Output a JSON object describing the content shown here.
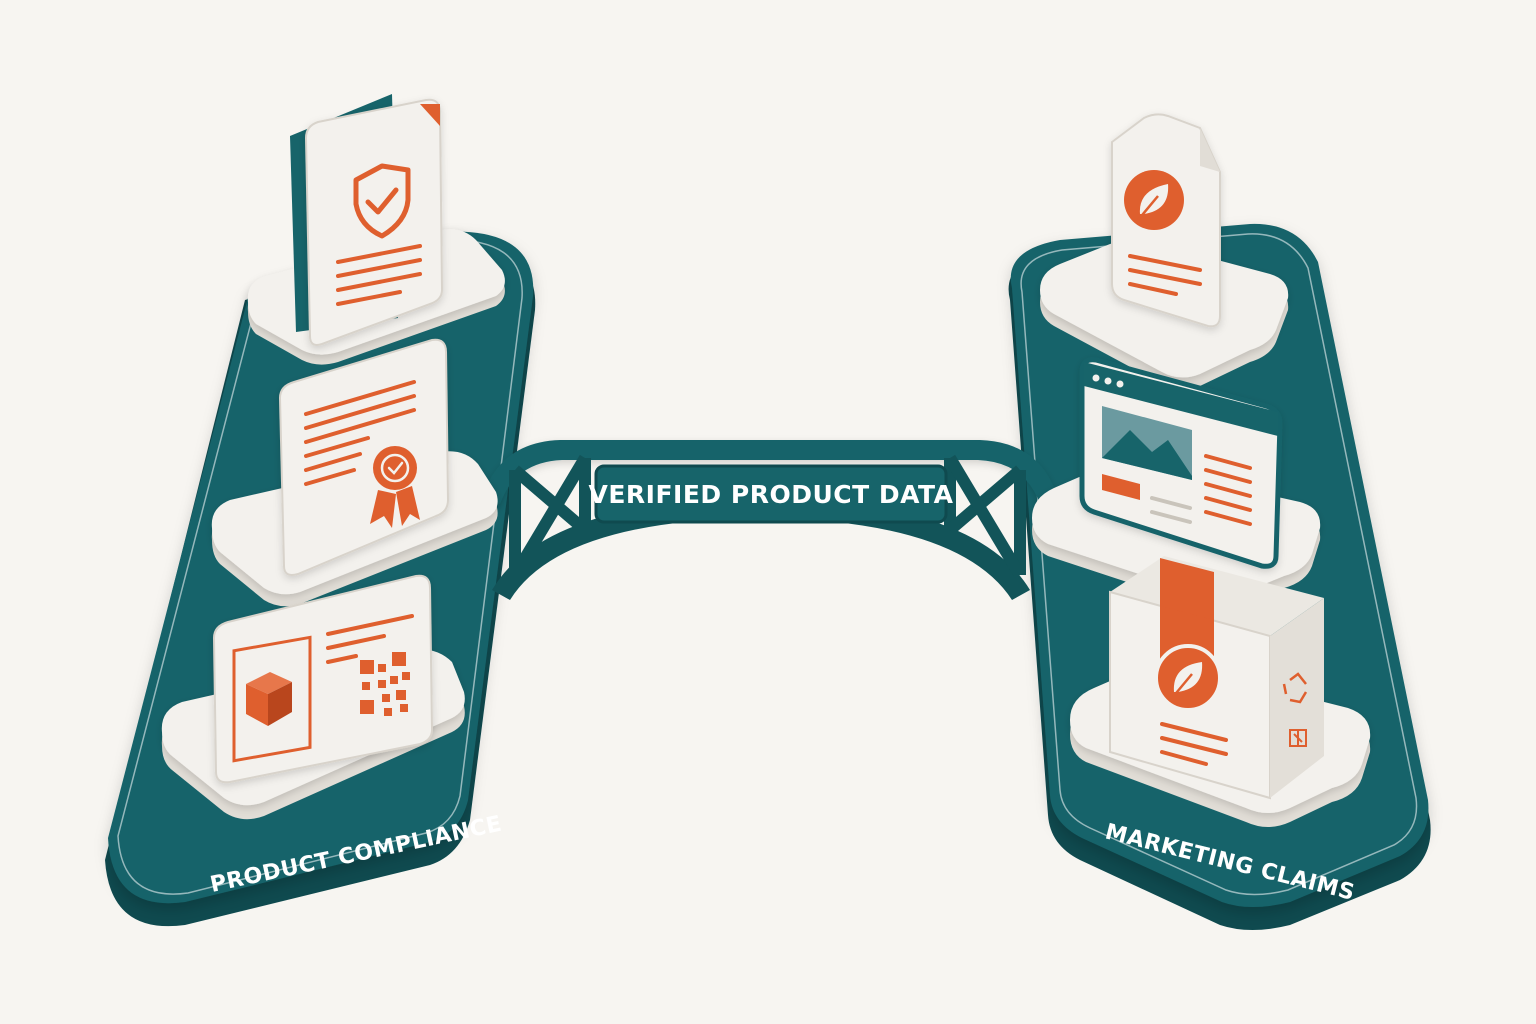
{
  "bridge": {
    "label": "VERIFIED PRODUCT DATA"
  },
  "left_platform": {
    "label": "PRODUCT COMPLIANCE",
    "items": [
      {
        "icon": "shield-check-icon",
        "kind": "document"
      },
      {
        "icon": "award-ribbon-icon",
        "kind": "certificate"
      },
      {
        "icon": "qr-code-icon",
        "kind": "product-card"
      }
    ]
  },
  "right_platform": {
    "label": "MARKETING CLAIMS",
    "items": [
      {
        "icon": "leaf-icon",
        "kind": "eco-tag"
      },
      {
        "icon": "image-icon",
        "kind": "web-page"
      },
      {
        "icon": "recycle-icon",
        "kind": "product-box"
      }
    ]
  },
  "colors": {
    "teal": "#17646a",
    "teal_dark": "#0f4a4f",
    "orange": "#df5f2e",
    "card": "#f3f1ed",
    "background": "#f7f5f1"
  }
}
